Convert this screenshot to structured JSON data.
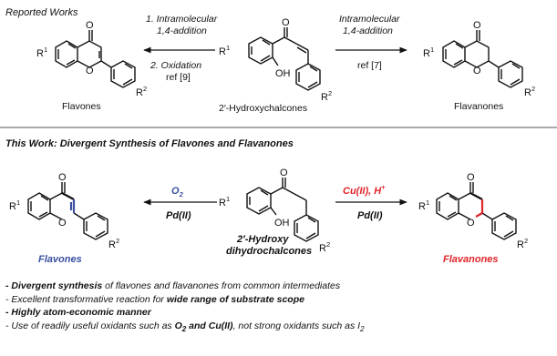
{
  "colors": {
    "blue": "#3a4fa0",
    "red": "#e0242a",
    "ink": "#111111",
    "rule": "#555555"
  },
  "top": {
    "header": "Reported Works",
    "left_conditions": [
      "1. Intramolecular",
      "1,4-addition",
      "2. Oxidation",
      "ref [9]"
    ],
    "right_conditions": [
      "Intramolecular",
      "1,4-addition",
      "ref [7]"
    ],
    "labels": {
      "flavones": "Flavones",
      "chalcone": "2′-Hydroxychalcones",
      "flavanones": "Flavanones"
    }
  },
  "bottom": {
    "header": "This Work: Divergent Synthesis of Flavones and Flavanones",
    "left_conditions": {
      "oxidant": "O",
      "oxidant_sub": "2",
      "catalyst": "Pd(II)"
    },
    "right_conditions": {
      "reagent": "Cu(II), H",
      "reagent_sup": "+",
      "catalyst": "Pd(II)"
    },
    "labels": {
      "flavones": "Flavones",
      "substrate_line1": "2′-Hydroxy",
      "substrate_line2": "dihydrochalcones",
      "flavanones": "Flavanones"
    }
  },
  "atoms": {
    "o": "O",
    "oh": "OH",
    "r": "R",
    "one": "1",
    "two": "2"
  },
  "bullets": {
    "b1": {
      "dash": "- ",
      "bold": "Divergent synthesis",
      "rest": " of flavones and flavanones from common intermediates"
    },
    "b2": {
      "pre": "- Excellent transformative reaction for ",
      "bold": "wide range of substrate scope"
    },
    "b3": {
      "bold": "- Highly atom-economic manner"
    },
    "b4": {
      "pre": "- Use of readily useful oxidants such as ",
      "bold1": "O",
      "sub1": "2",
      "and": " and ",
      "bold2": "Cu(II)",
      "post": ", not strong oxidants such as I",
      "sub2": "2"
    }
  }
}
